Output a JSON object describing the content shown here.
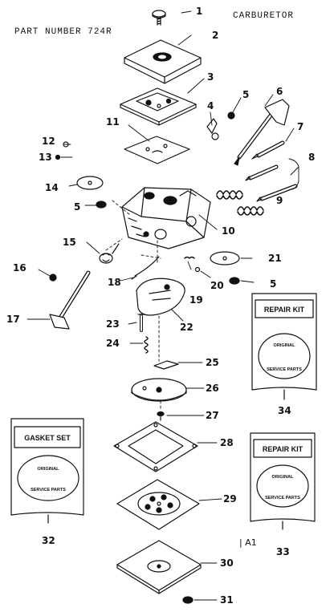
{
  "header": {
    "title": "CARBURETOR",
    "part_number": "PART NUMBER 724R"
  },
  "callouts": [
    "1",
    "2",
    "3",
    "4",
    "5",
    "6",
    "7",
    "8",
    "9",
    "10",
    "11",
    "12",
    "13",
    "14",
    "5",
    "15",
    "16",
    "17",
    "18",
    "19",
    "20",
    "21",
    "5",
    "22",
    "23",
    "24",
    "25",
    "26",
    "27",
    "28",
    "29",
    "30",
    "31",
    "32",
    "33",
    "34"
  ],
  "packets": {
    "repair_kit_right_title": "REPAIR KIT",
    "repair_kit_lower_title": "REPAIR KIT",
    "gasket_set_title": "GASKET SET",
    "arc_top": "ORIGINAL",
    "arc_bottom": "SERVICE PARTS"
  },
  "figure_code": "| A1",
  "colors": {
    "ink": "#111111",
    "paper": "#ffffff"
  }
}
